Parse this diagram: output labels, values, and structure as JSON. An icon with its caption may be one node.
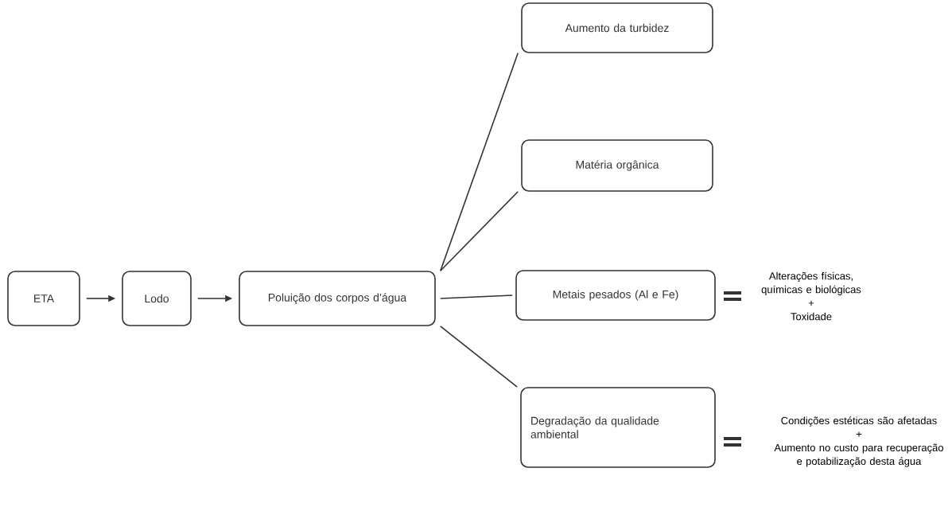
{
  "diagram": {
    "nodes": [
      {
        "text": [
          "ETA"
        ]
      },
      {
        "text": [
          "Lodo"
        ]
      },
      {
        "text": [
          "Poluição dos corpos d’água"
        ]
      },
      {
        "text": [
          "Aumento da turbidez"
        ]
      },
      {
        "text": [
          "Matéria orgânica"
        ]
      },
      {
        "text": [
          "Metais pesados (Al e Fe)"
        ],
        "beside": [
          "Alterações físicas, químicas e biológicas",
          "+",
          "Toxidade"
        ]
      },
      {
        "text": [
          "Degradação da qualidade ambiental"
        ],
        "beside": [
          "Condições estéticas são afetadas",
          "+",
          "Aumento no custo para recuperação e potabilização desta água"
        ]
      }
    ],
    "edges": [
      {
        "from": 0,
        "to": 1,
        "arrow": "to"
      },
      {
        "from": 1,
        "to": 2,
        "arrow": "to"
      },
      {
        "from": 2,
        "to": 3,
        "arrow": "none"
      },
      {
        "from": 2,
        "to": 4,
        "arrow": "none"
      },
      {
        "from": 2,
        "to": 5,
        "arrow": "none"
      },
      {
        "from": 2,
        "to": 6,
        "arrow": "none"
      }
    ]
  }
}
